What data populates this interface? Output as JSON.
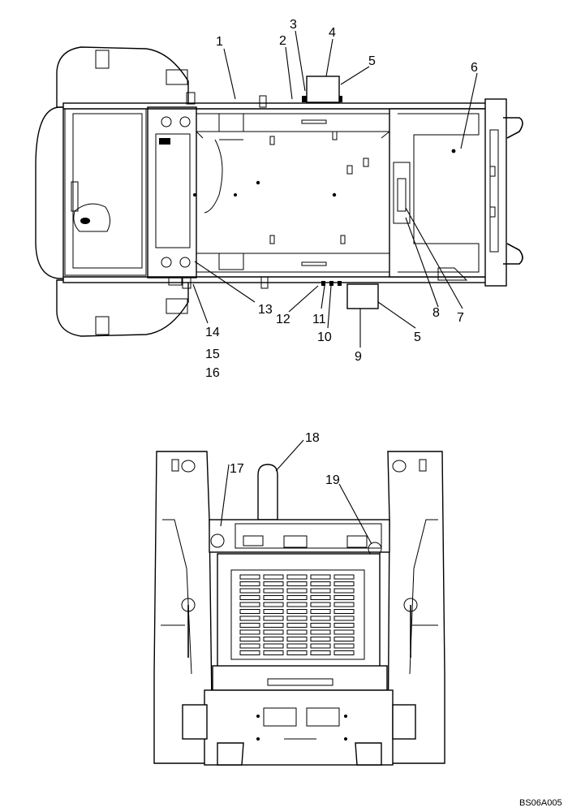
{
  "drawing_code": "BS06A005",
  "callouts": [
    {
      "id": "c1",
      "text": "1"
    },
    {
      "id": "c2",
      "text": "2"
    },
    {
      "id": "c3",
      "text": "3"
    },
    {
      "id": "c4",
      "text": "4"
    },
    {
      "id": "c5a",
      "text": "5"
    },
    {
      "id": "c6",
      "text": "6"
    },
    {
      "id": "c7",
      "text": "7"
    },
    {
      "id": "c8",
      "text": "8"
    },
    {
      "id": "c9",
      "text": "9"
    },
    {
      "id": "c10",
      "text": "10"
    },
    {
      "id": "c11",
      "text": "11"
    },
    {
      "id": "c12",
      "text": "12"
    },
    {
      "id": "c5b",
      "text": "5"
    },
    {
      "id": "c13",
      "text": "13"
    },
    {
      "id": "c14",
      "text": "14"
    },
    {
      "id": "c15",
      "text": "15"
    },
    {
      "id": "c16",
      "text": "16"
    },
    {
      "id": "c17",
      "text": "17"
    },
    {
      "id": "c18",
      "text": "18"
    },
    {
      "id": "c19",
      "text": "19"
    }
  ]
}
